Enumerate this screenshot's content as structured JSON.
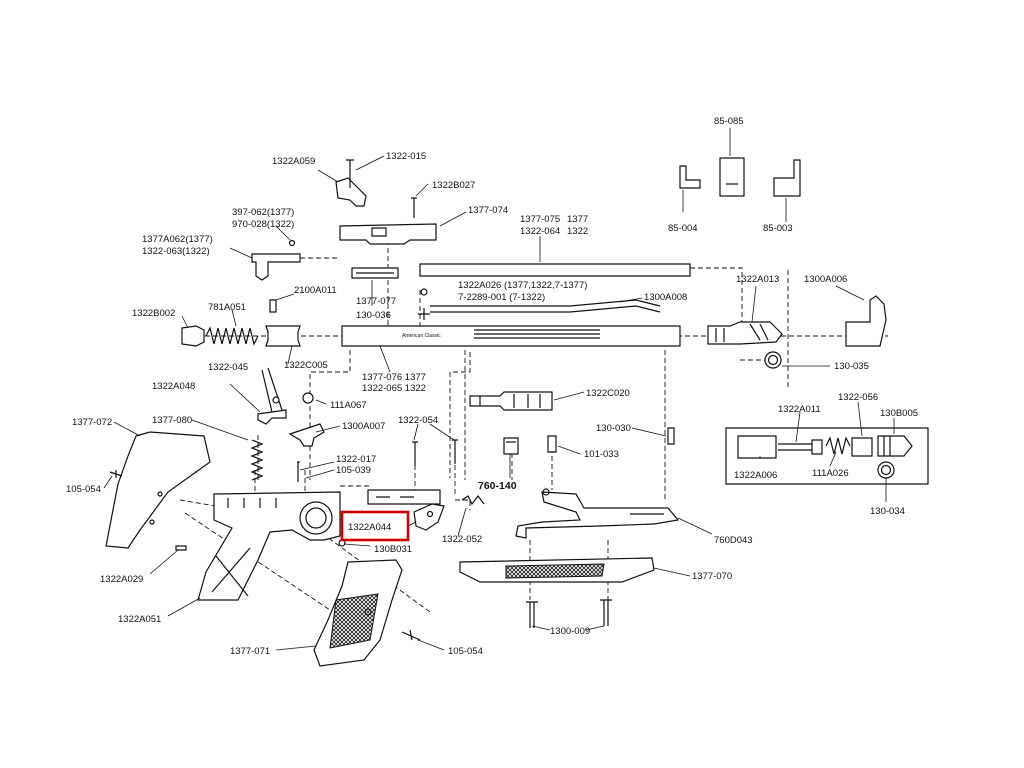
{
  "labels": {
    "l_1322A059": "1322A059",
    "l_1322_015": "1322-015",
    "l_1322B027": "1322B027",
    "l_397_062": "397-062(1377)",
    "l_970_028": "970-028(1322)",
    "l_1377_074": "1377-074",
    "l_1377A062": "1377A062(1377)",
    "l_1322_063": "1322-063(1322)",
    "l_1377_075": "1377-075",
    "l_1377_a": "1377",
    "l_1322_064": "1322-064",
    "l_1322_a": "1322",
    "l_85_085": "85-085",
    "l_85_004": "85-004",
    "l_85_003": "85-003",
    "l_1322A026": "1322A026 (1377,1322,7-1377)",
    "l_7_2289": "7-2289-001 (7-1322)",
    "l_1300A008": "1300A008",
    "l_1322A013": "1322A013",
    "l_1300A006": "1300A006",
    "l_781A051": "781A051",
    "l_2100A011": "2100A011",
    "l_1322B002": "1322B002",
    "l_1377_077": "1377-077",
    "l_130_036": "130-036",
    "l_1322C005": "1322C005",
    "l_1377_076": "1377-076 1377",
    "l_1322_065": "1322-065 1322",
    "l_130_035": "130-035",
    "l_1322_045": "1322-045",
    "l_1322A048": "1322A048",
    "l_111A067": "111A067",
    "l_1322C020": "1322C020",
    "l_1322_056": "1322-056",
    "l_1322A011": "1322A011",
    "l_130B005": "130B005",
    "l_1377_072": "1377-072",
    "l_1377_080": "1377-080",
    "l_1300A007": "1300A007",
    "l_1322_054": "1322-054",
    "l_130_030": "130-030",
    "l_101_033": "101-033",
    "l_1322A006": "1322A006",
    "l_111A026": "111A026",
    "l_130_034": "130-034",
    "l_1322_017": "1322-017",
    "l_105_039": "105-039",
    "l_760_140": "760-140",
    "l_105_054a": "105-054",
    "l_1322A044": "1322A044",
    "l_760D043": "760D043",
    "l_1322_052": "1322-052",
    "l_130B031": "130B031",
    "l_1322A029": "1322A029",
    "l_1377_070": "1377-070",
    "l_1322A051": "1322A051",
    "l_1300_009": "1300-009",
    "l_1377_071": "1377-071",
    "l_105_054b": "105-054"
  },
  "receiver_text": {
    "brand": "American Classic"
  },
  "highlight": {
    "target": "1322A044",
    "color": "#d00000"
  }
}
